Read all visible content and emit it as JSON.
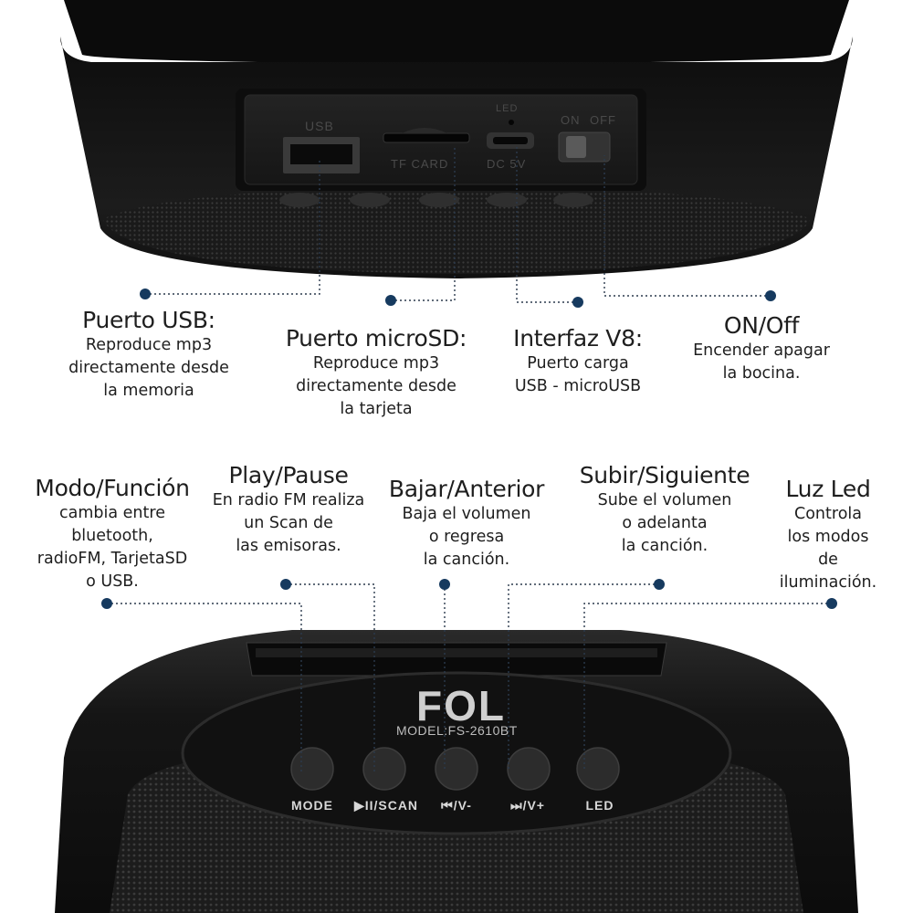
{
  "top_device": {
    "ports": {
      "usb": "USB",
      "led": "LED",
      "tf_card": "TF CARD",
      "dc_5v": "DC 5V",
      "on": "ON",
      "off": "OFF"
    }
  },
  "top_callouts": [
    {
      "title": "Puerto USB:",
      "lines": [
        "Reproduce mp3",
        "directamente  desde",
        "la memoria"
      ]
    },
    {
      "title": "Puerto microSD:",
      "lines": [
        "Reproduce mp3",
        "directamente  desde",
        "la tarjeta"
      ]
    },
    {
      "title": "Interfaz V8:",
      "lines": [
        "Puerto carga",
        "USB - microUSB"
      ]
    },
    {
      "title": "ON/Off",
      "lines": [
        "Encender apagar",
        "la bocina."
      ]
    }
  ],
  "bottom_callouts": [
    {
      "title": "Modo/Función",
      "lines": [
        "cambia entre",
        "bluetooth,",
        "radioFM, TarjetaSD",
        "o USB."
      ]
    },
    {
      "title": "Play/Pause",
      "lines": [
        "En radio FM realiza",
        "un Scan de",
        "las emisoras."
      ]
    },
    {
      "title": "Bajar/Anterior",
      "lines": [
        "Baja el volumen",
        "o regresa",
        "la canción."
      ]
    },
    {
      "title": "Subir/Siguiente",
      "lines": [
        "Sube el volumen",
        "o adelanta",
        "la canción."
      ]
    },
    {
      "title": "Luz Led",
      "lines": [
        "Controla",
        "los modos",
        "de",
        "iluminación."
      ]
    }
  ],
  "bottom_device": {
    "brand": "FOL",
    "model": "MODEL:FS-2610BT",
    "buttons": [
      "MODE",
      "▶II/SCAN",
      "⏮/V-",
      "⏭/V+",
      "LED"
    ]
  },
  "colors": {
    "leader_dot": "#163a5f",
    "leader_line": "#2b3a4d",
    "device_body": "#141414"
  }
}
